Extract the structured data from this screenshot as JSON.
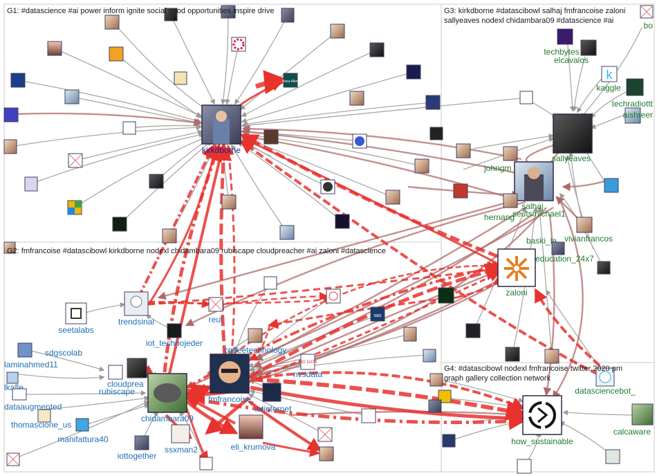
{
  "groups": {
    "g1": {
      "label": "G1: #datascience #ai power inform ignite social good opportunities inspire drive"
    },
    "g2": {
      "label": "G2: fmfrancoise #datascibowl kirkdborne nodexl chidambara09 rubiscape cloudpreacher #ai zaloni #datascience"
    },
    "g3": {
      "label_line1": "G3: kirkdborne #datascibowl salhaj fmfrancoise zaloni",
      "label_line2": "sallyeaves nodexl chidambara09 #datascience #ai"
    },
    "g4": {
      "label_line1": "G4: #datascibowl nodexl fmfrancoise twitter 2020 pm",
      "label_line2": "graph gallery collection network"
    }
  },
  "nodes": {
    "kirkdborne": "kirkdborne",
    "trendsinai": "trendsinai",
    "reut": "reut",
    "seetalabs": "seetalabs",
    "iot_technojeder": "iot_technojeder",
    "sdgscolab": "sdgscolab",
    "coffeetechnology": "coffeetechnology",
    "laminahmed11": "laminahmed11",
    "cloudpreacher": "cloudprea",
    "rubiscape": "rubiscape",
    "nvsdata": "nvsdata",
    "lkafle": "lkafle",
    "fmfrancoise": "fmfrancoise",
    "dataaugmented": "dataaugmented",
    "iotinternet": "iotinternet",
    "chidambara09": "chidambara09",
    "thomasclone": "thomasclone_us",
    "manifattura40": "manifattura40",
    "ssxman2": "ssxman2",
    "eli_krumova": "eli_krumova",
    "iottogether": "iottogether",
    "techbytes": "techbytes",
    "bo": "bo",
    "elcavalos": "elcavalos",
    "kaggle": "kaggle",
    "techradiottt": "techradiottt",
    "aishreer": "aishreer",
    "sallyeaves": "sallyeaves",
    "johngm": "johngm",
    "salhaj": "salhaj",
    "hernang": "hernang",
    "seutsmichael1": "seutsmichael1",
    "baski": "baski_la",
    "vivianfrancos": "vivianfrancos",
    "education_24x7": "education_24x7",
    "zaloni": "zaloni",
    "datasciencebot": "datasciencebot_",
    "calcaware": "calcaware",
    "how_sustainable": "how_sustainable"
  },
  "logo_text": {
    "boss_allen": "Booz Allen",
    "sas": "sas",
    "big_data": "BIG DATA"
  },
  "colors": {
    "edge_red": "#e8322e",
    "edge_rose": "#b06a6a",
    "edge_gray": "#a8a8a8",
    "group_border": "#c8c8c8",
    "g1_label": "#1f1f8f",
    "g2_label": "#1f6fb5",
    "g3_label": "#1e7a2e"
  }
}
